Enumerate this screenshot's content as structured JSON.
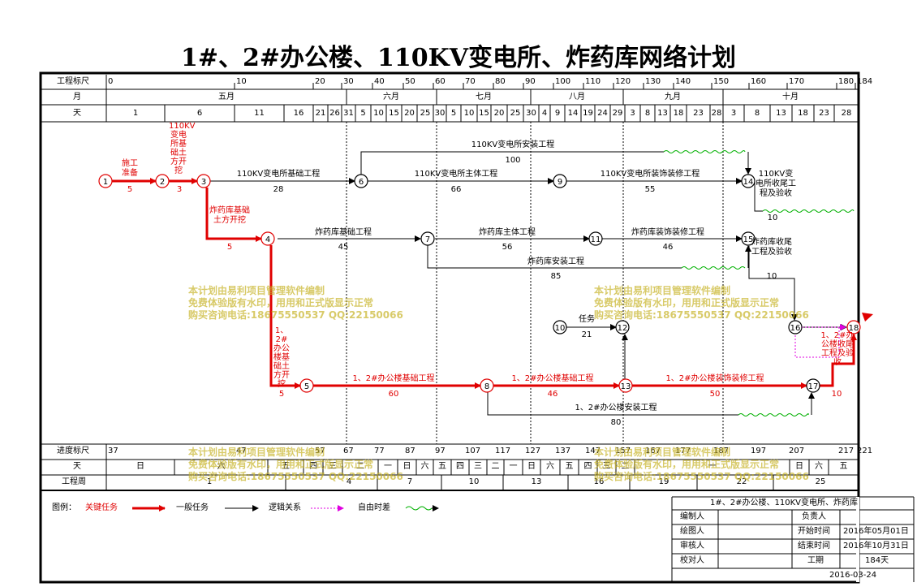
{
  "title": "1#、2#办公楼、110KV变电所、炸药库网络计划",
  "header": {
    "row_labels": {
      "scale": "工程标尺",
      "month": "月",
      "day": "天"
    },
    "scale_ticks": [
      "0",
      "10",
      "20",
      "30",
      "40",
      "50",
      "60",
      "70",
      "80",
      "90",
      "100",
      "110",
      "120",
      "130",
      "140",
      "150",
      "160",
      "170",
      "180",
      "184"
    ],
    "months": [
      "五月",
      "六月",
      "七月",
      "八月",
      "九月",
      "十月"
    ],
    "days": [
      "1",
      "6",
      "11",
      "16",
      "21",
      "26",
      "31",
      "5",
      "10",
      "15",
      "20",
      "25",
      "30",
      "5",
      "10",
      "15",
      "20",
      "25",
      "30",
      "4",
      "9",
      "14",
      "19",
      "24",
      "29",
      "3",
      "8",
      "13",
      "18",
      "23",
      "28",
      "3",
      "8",
      "13",
      "18",
      "23",
      "28"
    ]
  },
  "footer_rows": {
    "labels": {
      "progress": "进度标尺",
      "day": "天",
      "week": "工程周"
    },
    "progress_ticks": [
      "37",
      "47",
      "57",
      "67",
      "77",
      "87",
      "97",
      "107",
      "117",
      "127",
      "137",
      "147",
      "157",
      "167",
      "177",
      "187",
      "197",
      "207",
      "217",
      "221"
    ],
    "weekdays": [
      "日",
      "六",
      "五",
      "四",
      "三",
      "二",
      "一",
      "日",
      "六",
      "五",
      "四",
      "三",
      "二",
      "一",
      "日",
      "六",
      "五",
      "四",
      "三",
      "二",
      "一",
      "日",
      "六",
      "五"
    ],
    "weeks": [
      "1",
      "4",
      "7",
      "10",
      "13",
      "16",
      "19",
      "22",
      "25"
    ]
  },
  "nodes": [
    "1",
    "2",
    "3",
    "4",
    "5",
    "6",
    "7",
    "8",
    "9",
    "10",
    "11",
    "12",
    "13",
    "14",
    "15",
    "16",
    "17",
    "18"
  ],
  "tasks": {
    "t12_name": "施工准备",
    "t12_dur": "5",
    "t23_name": "110KV变电所基础土方开挖",
    "t23_dur": "3",
    "t36_name": "110KV变电所基础工程",
    "t36_dur": "28",
    "t614_name": "110KV变电所安装工程",
    "t614_dur": "100",
    "t69_name": "110KV变电所主体工程",
    "t69_dur": "66",
    "t914_name": "110KV变电所装饰装修工程",
    "t914_dur": "55",
    "t1418_name": "110KV变电所收尾工程及验收",
    "t1418_dur": "10",
    "t34_name": "炸药库基础土方开挖",
    "t34_dur": "5",
    "t47_name": "炸药库基础工程",
    "t47_dur": "45",
    "t711_name": "炸药库主体工程",
    "t711_dur": "56",
    "t1115_name": "炸药库装饰装修工程",
    "t1115_dur": "46",
    "t715_name": "炸药库安装工程",
    "t715_dur": "85",
    "t1516_name": "炸药库收尾工程及验收",
    "t1516_dur": "10",
    "t1012_name": "任务",
    "t1012_dur": "21",
    "t45_name": "1、2#办公楼基础土方开挖",
    "t45_dur": "5",
    "t58_name": "1、2#办公楼基础工程",
    "t58_dur": "60",
    "t813_name": "1、2#办公楼基础工程",
    "t813_dur": "46",
    "t1317_name": "1、2#办公楼装饰装修工程",
    "t1317_dur": "50",
    "t817_name": "1、2#办公楼安装工程",
    "t817_dur": "80",
    "t1718_name": "1、2#办公楼收尾工程及验收",
    "t1718_dur": "10"
  },
  "watermark": {
    "line1": "本计划由易利项目管理软件编制",
    "line2": "免费体验版有水印，用用和正式版显示正常",
    "line3": "购买咨询电话:18675550537 QQ:22150066"
  },
  "legend": {
    "label": "图例：",
    "critical": "关键任务",
    "normal": "一般任务",
    "logic": "逻辑关系",
    "free_float": "自由时差"
  },
  "title_block": {
    "project": "1#、2#办公楼、110KV变电所、炸药库",
    "editor_label": "编制人",
    "owner_label": "负责人",
    "drawer_label": "绘图人",
    "start_label": "开始时间",
    "start_value": "2016年05月01日",
    "reviewer_label": "审核人",
    "end_label": "结束时间",
    "end_value": "2016年10月31日",
    "checker_label": "校对人",
    "duration_label": "工期",
    "duration_value": "184天",
    "date": "2016-03-24"
  },
  "colors": {
    "critical": "#e00000",
    "normal": "#000000",
    "logic_dotted": "#e000e0",
    "float_wave": "#00b000",
    "watermark": "#c8b428"
  }
}
